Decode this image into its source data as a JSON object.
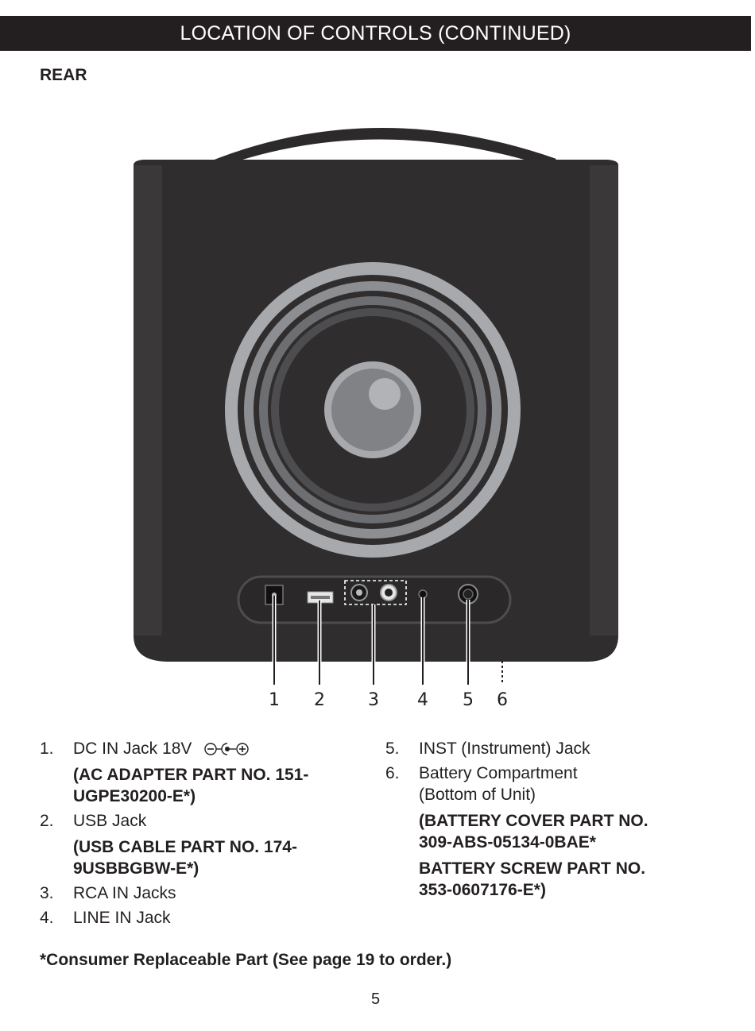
{
  "header": {
    "title": "LOCATION OF CONTROLS (CONTINUED)"
  },
  "section": {
    "heading": "REAR"
  },
  "figure": {
    "callouts": [
      "1",
      "2",
      "3",
      "4",
      "5",
      "6"
    ]
  },
  "items_left": [
    {
      "num": "1.",
      "label": "DC IN Jack 18V",
      "part": "(AC ADAPTER PART NO. 151-UGPE30200-E*)"
    },
    {
      "num": "2.",
      "label": "USB Jack",
      "part": "(USB CABLE PART NO. 174-9USBBGBW-E*)"
    },
    {
      "num": "3.",
      "label": "RCA IN Jacks",
      "part": ""
    },
    {
      "num": "4.",
      "label": "LINE IN Jack",
      "part": ""
    }
  ],
  "items_right": [
    {
      "num": "5.",
      "label": "INST (Instrument) Jack"
    },
    {
      "num": "6.",
      "label": "Battery Compartment (Bottom of Unit)",
      "part1": "(BATTERY COVER PART NO. 309-ABS-05134-0BAE*",
      "part2": "BATTERY SCREW PART NO. 353-0607176-E*)"
    }
  ],
  "footnote": "*Consumer Replaceable Part (See page 19 to order.)",
  "page_number": "5",
  "icons": [
    "dc-polarity-icon"
  ]
}
